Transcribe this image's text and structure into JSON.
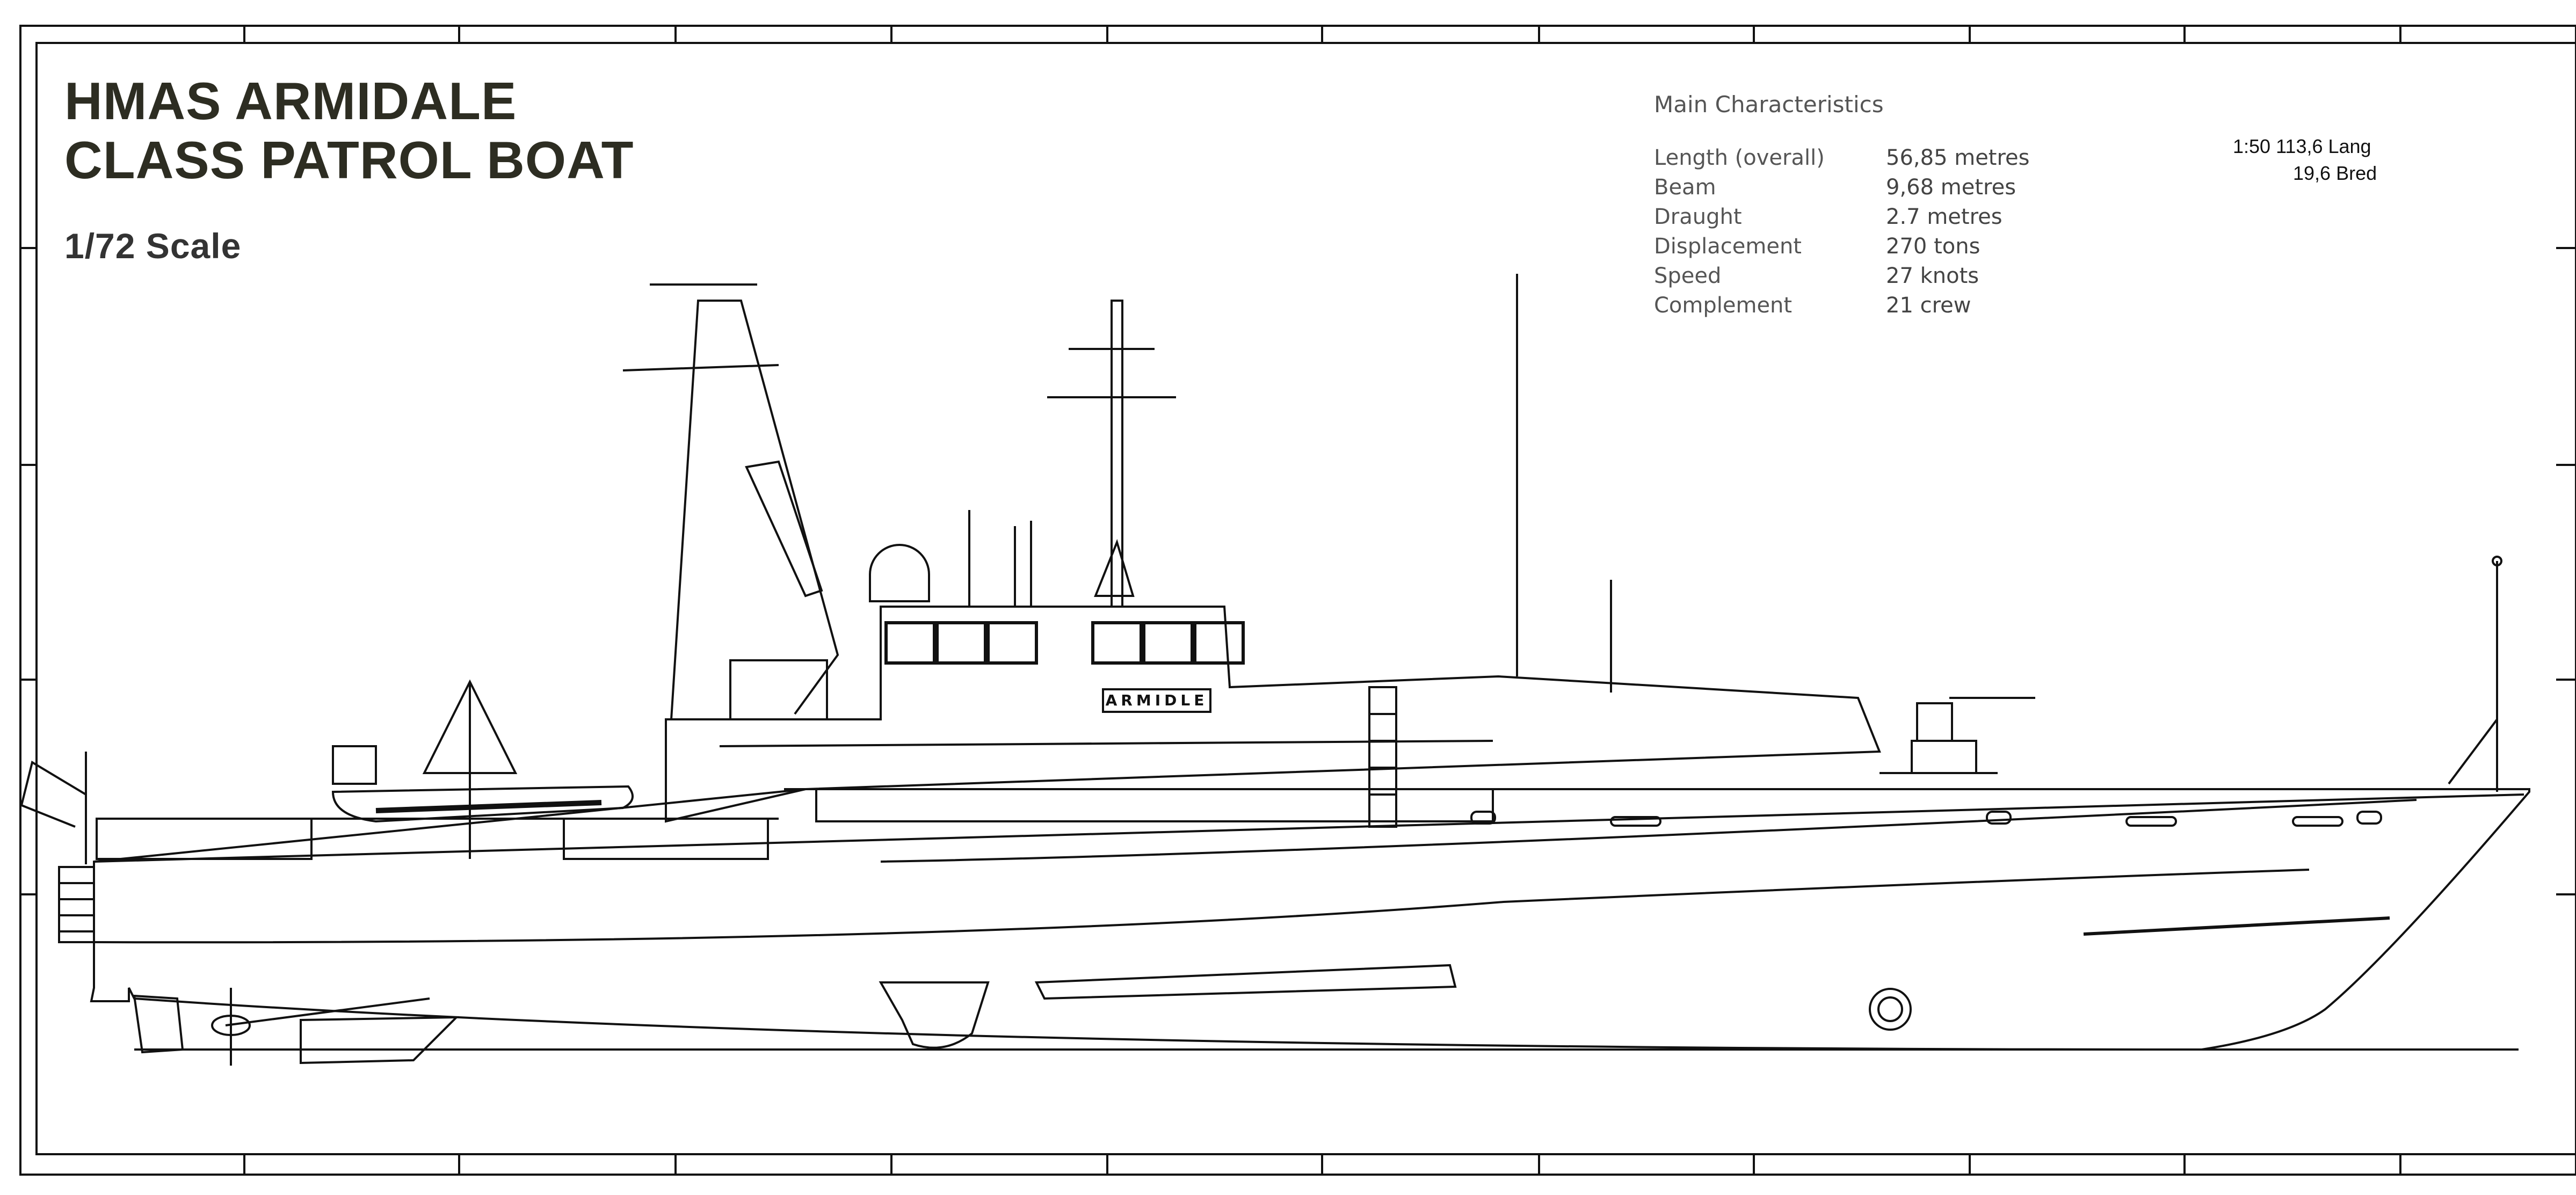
{
  "title": {
    "line1": "HMAS ARMIDALE",
    "line2": "CLASS PATROL BOAT",
    "scale": "1/72 Scale"
  },
  "specs": {
    "heading": "Main Characteristics",
    "rows": [
      {
        "label": "Length (overall)",
        "value": "56,85 metres"
      },
      {
        "label": "Beam",
        "value": "9,68 metres"
      },
      {
        "label": "Draught",
        "value": "2.7 metres"
      },
      {
        "label": "Displacement",
        "value": "270 tons"
      },
      {
        "label": "Speed",
        "value": "27 knots"
      },
      {
        "label": "Complement",
        "value": "21 crew"
      }
    ]
  },
  "scale_note": {
    "line1": "1:50   113,6 Lang",
    "line2": "19,6 Bred"
  },
  "ship_name": "ARMIDLE",
  "colors": {
    "line": "#111111",
    "title": "#2d2d22",
    "background": "#ffffff"
  }
}
